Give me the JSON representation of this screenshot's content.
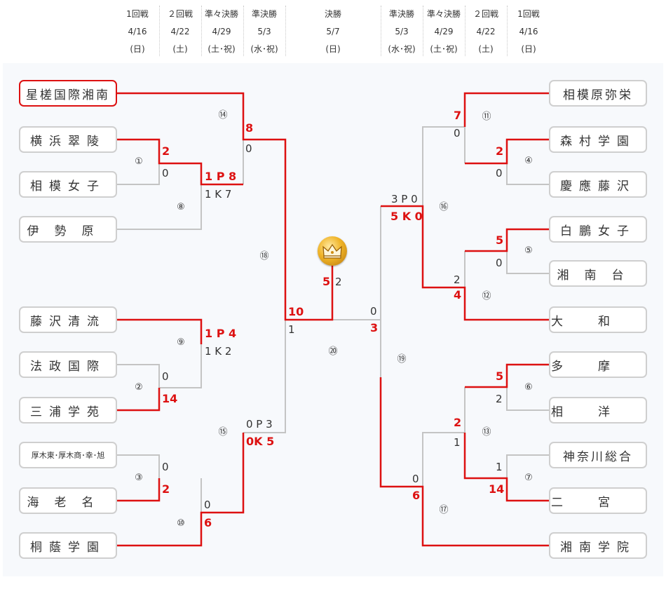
{
  "rounds_left": [
    {
      "name": "1回戦",
      "date": "4/16",
      "day": "(日)"
    },
    {
      "name": "２回戦",
      "date": "4/22",
      "day": "(土)"
    },
    {
      "name": "準々決勝",
      "date": "4/29",
      "day": "(土･祝)"
    },
    {
      "name": "準決勝",
      "date": "5/3",
      "day": "(水･祝)"
    }
  ],
  "final": {
    "name": "決勝",
    "date": "5/7",
    "day": "(日)"
  },
  "rounds_right": [
    {
      "name": "準決勝",
      "date": "5/3",
      "day": "(水･祝)"
    },
    {
      "name": "準々決勝",
      "date": "4/29",
      "day": "(土･祝)"
    },
    {
      "name": "２回戦",
      "date": "4/22",
      "day": "(土)"
    },
    {
      "name": "1回戦",
      "date": "4/16",
      "day": "(日)"
    }
  ],
  "teams_left": [
    "星槎国際湘南",
    "横浜翠陵",
    "相模女子",
    "伊勢原",
    "藤沢清流",
    "法政国際",
    "三浦学苑",
    "厚木東･厚木商･幸･旭",
    "海老名",
    "桐蔭学園"
  ],
  "teams_right": [
    "相模原弥栄",
    "森村学園",
    "慶應藤沢",
    "白鵬女子",
    "湘南台",
    "大和",
    "多摩",
    "相洋",
    "神奈川総合",
    "二宮",
    "湘南学院"
  ],
  "champion": "星槎国際湘南",
  "trophy_icon": "crown-medal-icon",
  "colors": {
    "win_line": "#dd1111",
    "lose_line": "#c4c4c4",
    "board_bg": "#f7f9fc"
  },
  "games": {
    "g1": "①",
    "g2": "②",
    "g3": "③",
    "g4": "④",
    "g5": "⑤",
    "g6": "⑥",
    "g7": "⑦",
    "g8": "⑧",
    "g9": "⑨",
    "g10": "⑩",
    "g11": "⑪",
    "g12": "⑫",
    "g13": "⑬",
    "g14": "⑭",
    "g15": "⑮",
    "g16": "⑯",
    "g17": "⑰",
    "g18": "⑱",
    "g19": "⑲",
    "g20": "⑳"
  },
  "scores": {
    "g1_w": "2",
    "g1_l": "0",
    "g8_w": "1 P 8",
    "g8_l": "1 K 7",
    "g14_w": "8",
    "g14_l": "0",
    "g2_l": "0",
    "g2_w": "14",
    "g9_w": "1 P 4",
    "g9_l": "1 K 2",
    "g3_l": "0",
    "g3_w": "2",
    "g10_l": "0",
    "g10_w": "6",
    "g15_l": "0 P 3",
    "g15_w": "0K 5",
    "g18_w": "10",
    "g18_l": "1",
    "g20_w": "5",
    "g20_l": "2",
    "g11_w": "7",
    "g11_l": "0",
    "g4_w": "2",
    "g4_l": "0",
    "g16_l": "3 P 0",
    "g16_w": "5 K 0",
    "g5_w": "5",
    "g5_l": "0",
    "g12_l": "2",
    "g12_w": "4",
    "g19_l": "0",
    "g19_w": "3",
    "g6_w": "5",
    "g6_l": "2",
    "g13_w": "2",
    "g13_l": "1",
    "g7_l": "1",
    "g7_w": "14",
    "g17_l": "0",
    "g17_w": "6"
  }
}
